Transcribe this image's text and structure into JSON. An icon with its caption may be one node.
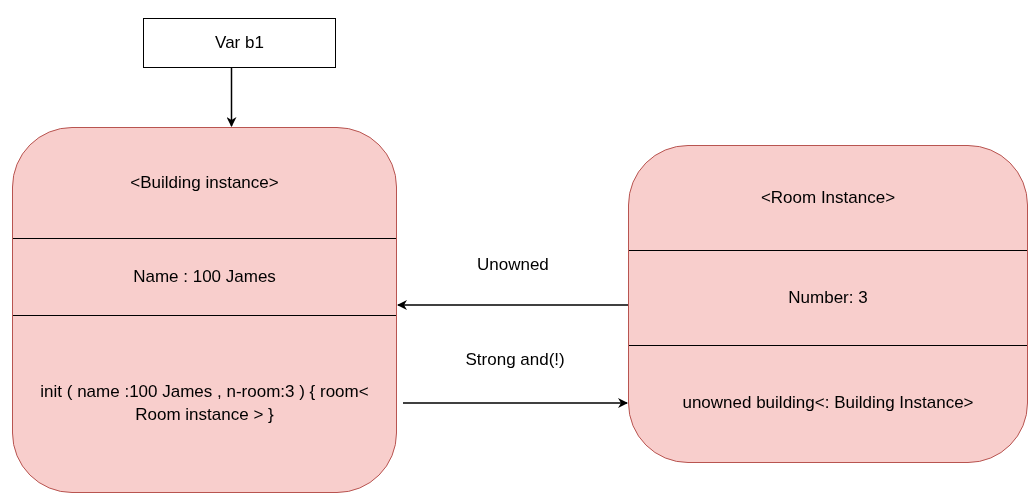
{
  "diagram": {
    "nodes": [
      {
        "text": [
          "Var  b1"
        ]
      },
      {
        "text": [
          "<Building instance>",
          "Name : 100 James",
          "init ( name :100 James , n-room:3 ) { room< Room instance > }"
        ]
      },
      {
        "text": [
          "<Room Instance>",
          "Number: 3",
          "unowned building<: Building Instance>"
        ]
      }
    ],
    "edges": [
      {
        "from": 0,
        "to": 1,
        "arrow": "to"
      },
      {
        "from": 2,
        "to": 1,
        "arrow": "to",
        "label": "Unowned"
      },
      {
        "from": 1,
        "to": 2,
        "arrow": "to",
        "label": "Strong and(!)"
      }
    ]
  }
}
